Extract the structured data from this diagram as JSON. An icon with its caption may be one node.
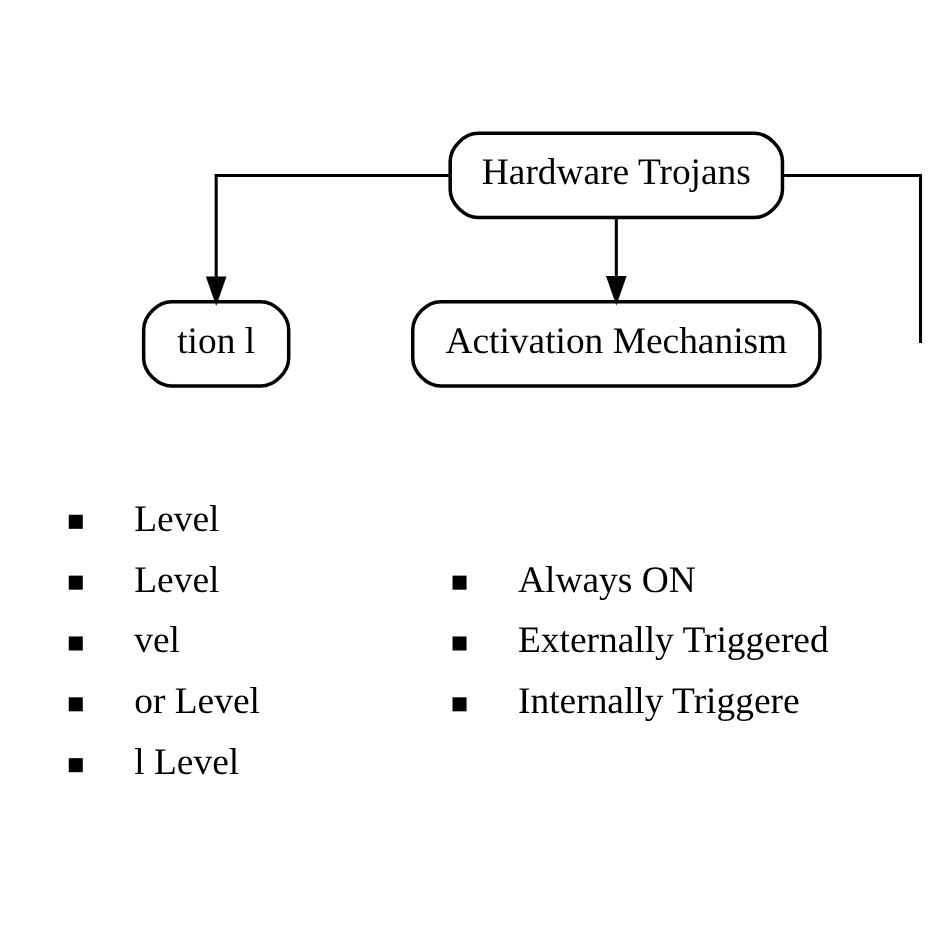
{
  "diagram": {
    "nodes": [
      {
        "text": [
          "Hardware Trojans"
        ]
      },
      {
        "text": [
          "tion l"
        ],
        "beside": [
          "Level",
          "Level",
          "vel",
          "or Level",
          "l Level"
        ]
      },
      {
        "text": [
          "Activation Mechanism"
        ],
        "beside": [
          "Always ON",
          "Externally Triggered",
          "Internally Triggere"
        ]
      }
    ],
    "edges": [
      {
        "from": 0,
        "to": 1,
        "arrow": "to"
      },
      {
        "from": 0,
        "to": 2,
        "arrow": "to"
      },
      {
        "from": 0,
        "to": null,
        "arrow": "none"
      }
    ]
  }
}
